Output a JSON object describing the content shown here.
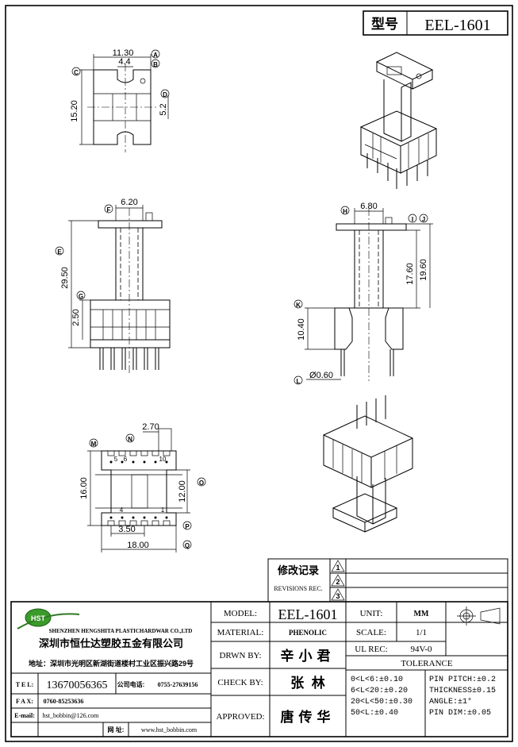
{
  "title_block": {
    "model_label": "型号",
    "model_value": "EEL-1601"
  },
  "view_top": {
    "dim_width": "11.30",
    "dim_slot": "4.4",
    "dim_height": "15.20",
    "dim_offset": "5.2",
    "markers": [
      "A",
      "B",
      "C",
      "D"
    ]
  },
  "view_front": {
    "dim_top": "6.20",
    "dim_height": "29.50",
    "dim_base": "2.50",
    "markers": [
      "E",
      "F",
      "G"
    ]
  },
  "view_side": {
    "dim_top": "6.80",
    "dim_h1": "17.60",
    "dim_h2": "19.60",
    "dim_pin": "10.40",
    "dim_pin_dia": "Ø0.60",
    "markers": [
      "H",
      "I",
      "J",
      "K",
      "L"
    ]
  },
  "view_bottom": {
    "dim_slot": "2.70",
    "dim_height": "16.00",
    "dim_inner": "12.00",
    "dim_pitch": "3.50",
    "dim_width": "18.00",
    "pin_labels": [
      "5",
      "6",
      "10",
      "4",
      "1"
    ],
    "markers": [
      "M",
      "N",
      "O",
      "P",
      "Q"
    ]
  },
  "revision": {
    "label_cn": "修改记录",
    "label_en": "REVISIONS REC.",
    "rows": [
      "1",
      "2",
      "3"
    ]
  },
  "company": {
    "logo": "HST",
    "name_en": "SHENZHEN HENGSHITA PLASTICHARDWAR CO.,LTD",
    "name_cn": "深圳市恒仕达塑胶五金有限公司",
    "address": "地址：深圳市光明区新湖街道楼村工业区振兴路29号",
    "tel_label": "T E L:",
    "tel_value": "13670056365",
    "company_tel_label": "公司电话:",
    "company_tel_value": "0755-27639156",
    "fax_label": "F A X:",
    "fax_value": "0760-85253636",
    "email_label": "E-mail:",
    "email_value": "hst_bobbin@126.com",
    "web_label": "网 址:",
    "web_value": "www.hst_bobbin.com"
  },
  "info": {
    "model_label": "MODEL:",
    "model_value": "EEL-1601",
    "material_label": "MATERIAL:",
    "material_value": "PHENOLIC",
    "drawn_label": "DRWN BY:",
    "drawn_value": "辛小君",
    "check_label": "CHECK BY:",
    "check_value": "张  林",
    "approved_label": "APPROVED:",
    "approved_value": "唐传华"
  },
  "spec": {
    "unit_label": "UNIT:",
    "unit_value": "MM",
    "scale_label": "SCALE:",
    "scale_value": "1/1",
    "ul_label": "UL REC:",
    "ul_value": "94V-0",
    "tolerance_label": "TOLERANCE",
    "tol_left": [
      "0<L<6:±0.10",
      "6<L<20:±0.20",
      "20<L<50:±0.30",
      "50<L:±0.40"
    ],
    "tol_right": [
      "PIN PITCH:±0.2",
      "THICKNESS±0.15",
      "ANGLE:±1°",
      "PIN DIM:±0.05"
    ]
  }
}
